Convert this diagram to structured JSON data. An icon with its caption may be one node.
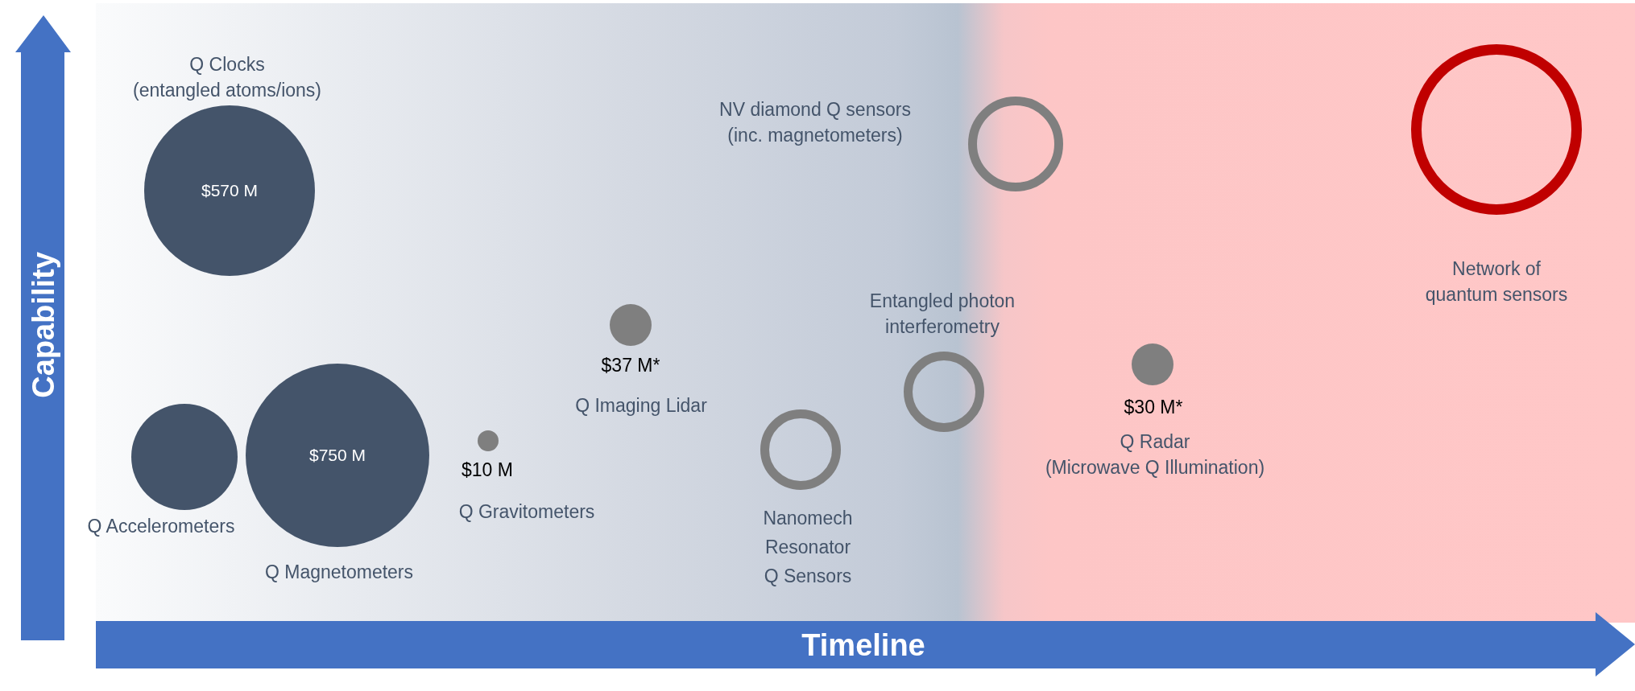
{
  "diagram": {
    "nodes": [
      {
        "text": [
          "$570 M"
        ],
        "beside": [
          "Q Clocks (entangled atoms/ions)"
        ]
      },
      {
        "text": [],
        "shape": "circle",
        "beside": [
          "Q Accelerometers"
        ]
      },
      {
        "text": [
          "$750 M"
        ],
        "beside": [
          "Q Magnetometers"
        ]
      },
      {
        "text": [],
        "shape": "circle",
        "beside": [
          "$10 M",
          "Q Gravitometers"
        ]
      },
      {
        "text": [],
        "shape": "circle",
        "beside": [
          "$37 M*",
          "Q Imaging Lidar"
        ]
      },
      {
        "text": [],
        "shape": "ring",
        "beside": [
          "Nanomech Resonator Q Sensors"
        ]
      },
      {
        "text": [],
        "shape": "ring",
        "beside": [
          "Entangled photon interferometry"
        ]
      },
      {
        "text": [],
        "shape": "ring",
        "beside": [
          "NV diamond Q sensors (inc. magnetometers)"
        ]
      },
      {
        "text": [],
        "shape": "circle",
        "beside": [
          "$30 M*",
          "Q Radar (Microwave Q Illumination)"
        ]
      },
      {
        "text": [],
        "shape": "ring",
        "beside": [
          "Network of quantum sensors"
        ]
      }
    ],
    "edges": [],
    "labels": [
      "Capability",
      "Timeline"
    ]
  }
}
